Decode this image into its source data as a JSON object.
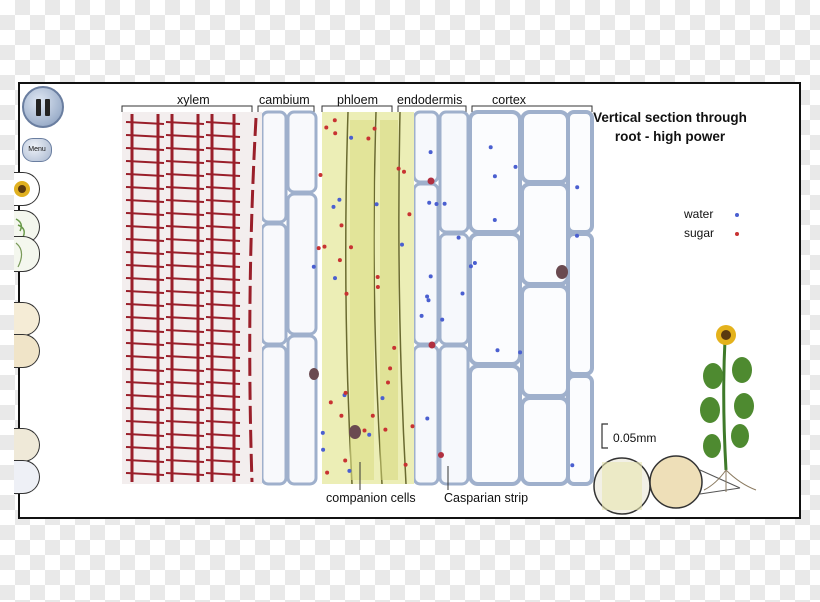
{
  "labels": {
    "xylem": "xylem",
    "cambium": "cambium",
    "phloem": "phloem",
    "endodermis": "endodermis",
    "cortex": "cortex",
    "companion_cells": "companion cells",
    "casparian_strip": "Casparian strip"
  },
  "title_line1": "Vertical section through",
  "title_line2": "root - high power",
  "legend": [
    {
      "label": "water",
      "color": "#4a5fd0"
    },
    {
      "label": "sugar",
      "color": "#c83232"
    }
  ],
  "scale_label": "0.05mm",
  "menu_label": "Menu",
  "colors": {
    "xylem": "#9a1f2a",
    "phloem": "#e8ea9e",
    "cell_wall": "#9fb0cc",
    "frame": "#111111"
  },
  "icons": [
    "pause-icon",
    "sunflower-icon",
    "magnifier-icon"
  ]
}
